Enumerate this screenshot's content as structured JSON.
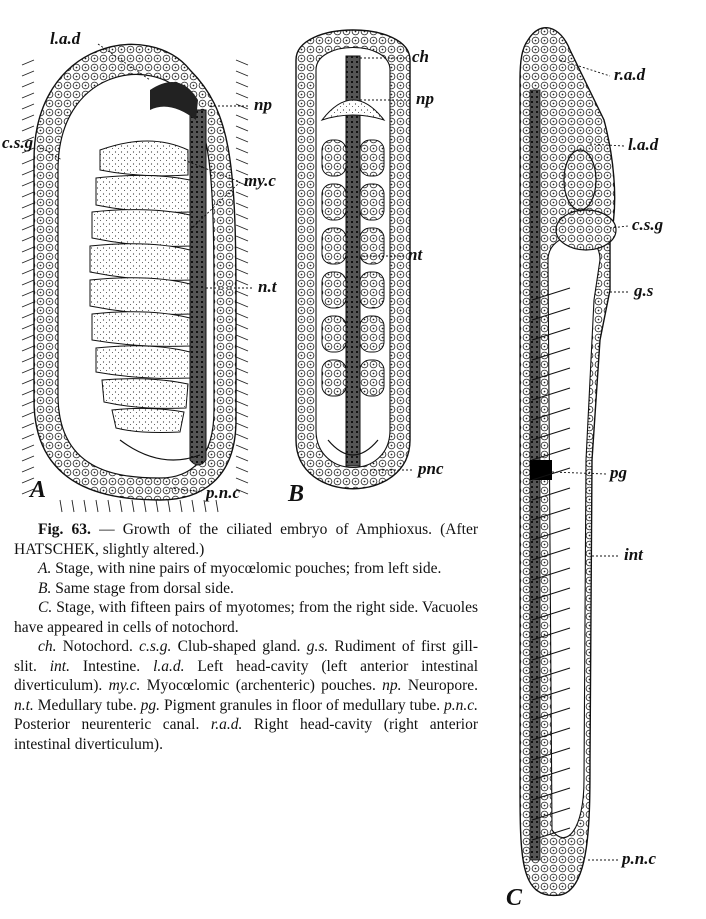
{
  "figure": {
    "panels": [
      "A",
      "B",
      "C"
    ],
    "labels": {
      "A": [
        "l.a.d",
        "np",
        "c.s.g",
        "my.c",
        "n.t",
        "p.n.c"
      ],
      "B": [
        "ch",
        "np",
        "nt",
        "pnc"
      ],
      "C": [
        "r.a.d",
        "l.a.d",
        "c.s.g",
        "g.s",
        "pg",
        "int",
        "p.n.c"
      ]
    }
  },
  "caption": {
    "fig_number": "Fig. 63.",
    "title": "— Growth of the ciliated embryo of Amphioxus.",
    "source": "(After HATSCHEK, slightly altered.)",
    "items": [
      {
        "key": "A.",
        "text": "Stage, with nine pairs of myocœlomic pouches; from left side."
      },
      {
        "key": "B.",
        "text": "Same stage from dorsal side."
      },
      {
        "key": "C.",
        "text": "Stage, with fifteen pairs of myotomes; from the right side. Vacuoles have appeared in cells of notochord."
      }
    ],
    "legend": [
      {
        "abbr": "ch.",
        "text": "Notochord."
      },
      {
        "abbr": "c.s.g.",
        "text": "Club-shaped gland."
      },
      {
        "abbr": "g.s.",
        "text": "Rudiment of first gill-slit."
      },
      {
        "abbr": "int.",
        "text": "Intestine."
      },
      {
        "abbr": "l.a.d.",
        "text": "Left head-cavity (left anterior intestinal diverticulum)."
      },
      {
        "abbr": "my.c.",
        "text": "Myocœlomic (archenteric) pouches."
      },
      {
        "abbr": "np.",
        "text": "Neuropore."
      },
      {
        "abbr": "n.t.",
        "text": "Medullary tube."
      },
      {
        "abbr": "pg.",
        "text": "Pigment granules in floor of medullary tube."
      },
      {
        "abbr": "p.n.c.",
        "text": "Posterior neurenteric canal."
      },
      {
        "abbr": "r.a.d.",
        "text": "Right head-cavity (right anterior intestinal diverticulum)."
      }
    ]
  }
}
